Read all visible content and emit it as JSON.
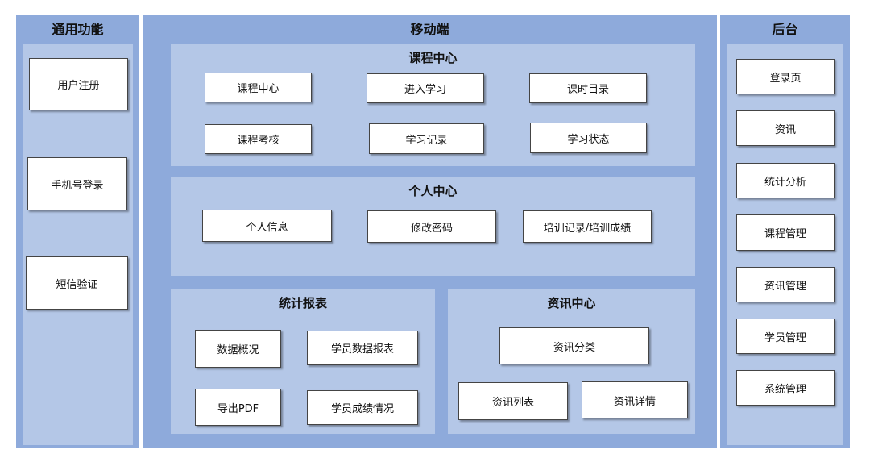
{
  "common": {
    "title": "通用功能",
    "items": [
      "用户注册",
      "手机号登录",
      "短信验证"
    ]
  },
  "mobile": {
    "title": "移动端",
    "course_center": {
      "title": "课程中心",
      "items": [
        "课程中心",
        "进入学习",
        "课时目录",
        "课程考核",
        "学习记录",
        "学习状态"
      ]
    },
    "personal_center": {
      "title": "个人中心",
      "items": [
        "个人信息",
        "修改密码",
        "培训记录/培训成绩"
      ]
    },
    "statistics": {
      "title": "统计报表",
      "items": [
        "数据概况",
        "学员数据报表",
        "导出PDF",
        "学员成绩情况"
      ]
    },
    "news_center": {
      "title": "资讯中心",
      "items": [
        "资讯分类",
        "资讯列表",
        "资讯详情"
      ]
    }
  },
  "backend": {
    "title": "后台",
    "items": [
      "登录页",
      "资讯",
      "统计分析",
      "课程管理",
      "资讯管理",
      "学员管理",
      "系统管理"
    ]
  },
  "colors": {
    "panel": "#8eaadb",
    "inner": "#b4c7e7",
    "box": "#ffffff"
  }
}
